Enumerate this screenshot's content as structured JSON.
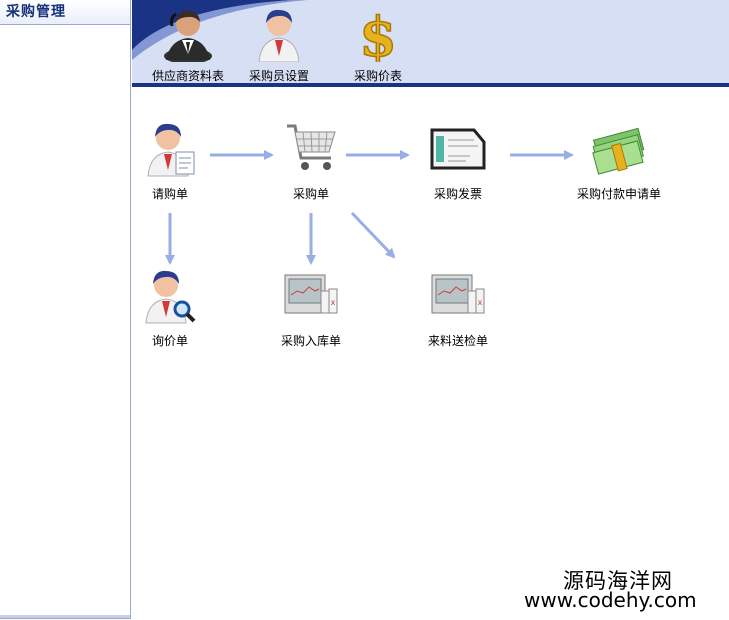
{
  "sidebar": {
    "title": "采购管理"
  },
  "toolbar": {
    "items": [
      {
        "label": "供应商资料表",
        "icon": "supplier-icon"
      },
      {
        "label": "采购员设置",
        "icon": "buyer-icon"
      },
      {
        "label": "采购价表",
        "icon": "dollar-icon"
      }
    ]
  },
  "flow": {
    "nodes": [
      {
        "label": "请购单",
        "icon": "purchase-request-icon"
      },
      {
        "label": "采购单",
        "icon": "shopping-cart-icon"
      },
      {
        "label": "采购发票",
        "icon": "invoice-icon"
      },
      {
        "label": "采购付款申请单",
        "icon": "money-icon"
      },
      {
        "label": "询价单",
        "icon": "inquiry-icon"
      },
      {
        "label": "采购入库单",
        "icon": "warehouse-receipt-icon"
      },
      {
        "label": "来料送检单",
        "icon": "inspection-icon"
      }
    ]
  },
  "watermark": {
    "name": "源码海洋网",
    "url": "www.codehy.com"
  },
  "colors": {
    "arrow": "#9aaee6",
    "banner": "#d7dff5",
    "banner_stripe": "#1a3384",
    "title": "#17327a"
  }
}
